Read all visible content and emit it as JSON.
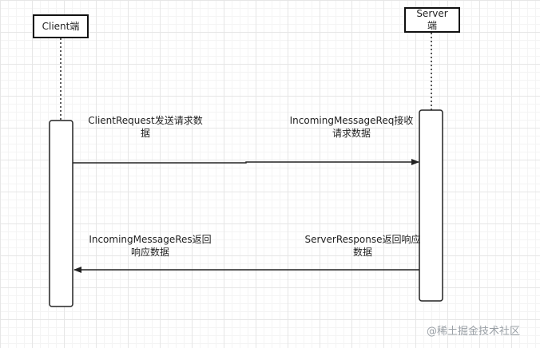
{
  "participants": {
    "client": {
      "label": "Client端"
    },
    "server": {
      "label_line1": "Server",
      "label_line2": "端"
    }
  },
  "messages": {
    "client_request": {
      "line1": "ClientRequest发送请求数",
      "line2": "据"
    },
    "incoming_request": {
      "line1": "IncomingMessageReq接收",
      "line2": "请求数据"
    },
    "incoming_response": {
      "line1": "IncomingMessageRes返回",
      "line2": "响应数据"
    },
    "server_response": {
      "line1": "ServerResponse返回响应",
      "line2": "数据"
    }
  },
  "watermark": "@稀土掘金技术社区"
}
